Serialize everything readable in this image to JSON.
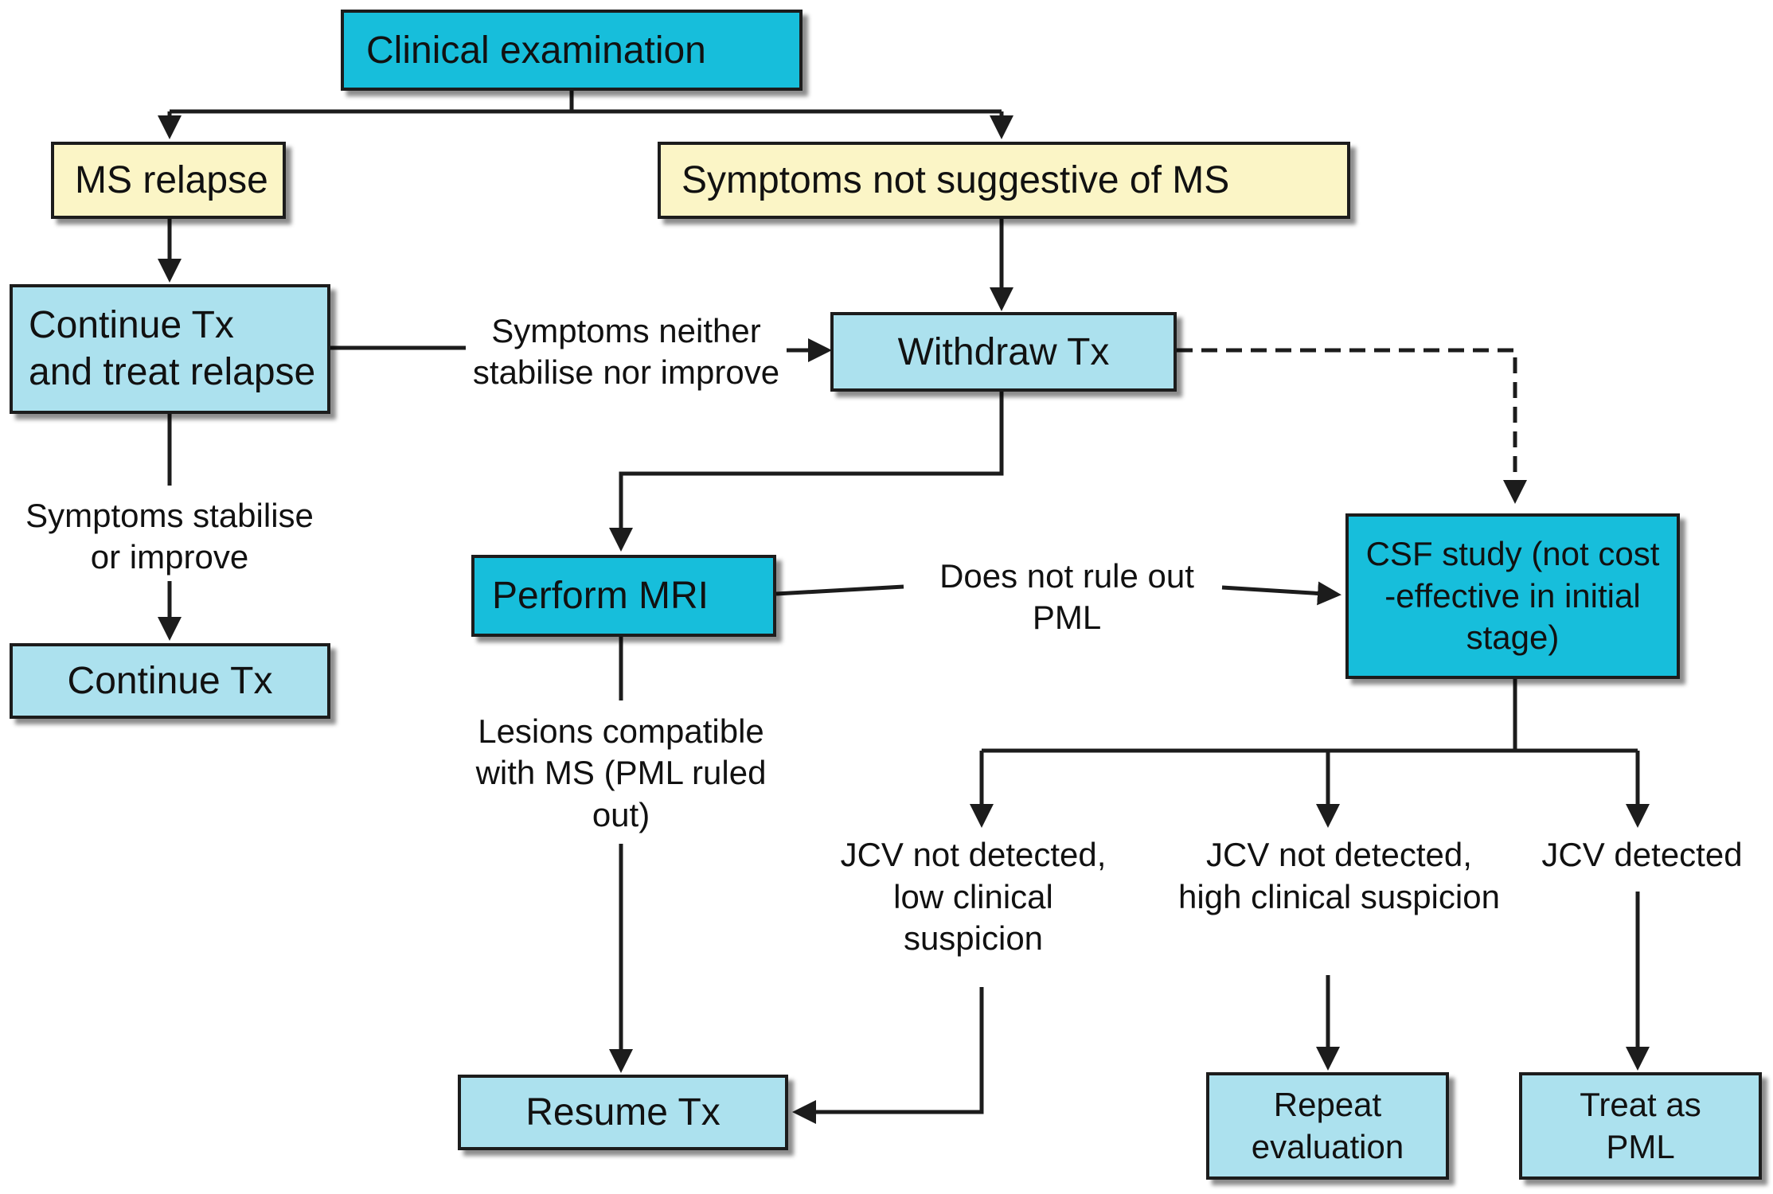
{
  "boxes": {
    "clinical_exam": "Clinical examination",
    "ms_relapse": "MS relapse",
    "not_suggestive": "Symptoms not suggestive of MS",
    "continue_treat": "Continue Tx\nand treat relapse",
    "withdraw": "Withdraw Tx",
    "continue": "Continue Tx",
    "perform_mri": "Perform MRI",
    "csf_study": "CSF study (not cost\n-effective in initial\nstage)",
    "resume": "Resume Tx",
    "repeat_eval": "Repeat\nevaluation",
    "treat_pml": "Treat as\nPML"
  },
  "labels": {
    "neither": "Symptoms neither\nstabilise nor improve",
    "stabilise": "Symptoms stabilise\nor improve",
    "not_rule_out": "Does not rule out\nPML",
    "lesions": "Lesions compatible\nwith MS (PML ruled\nout)",
    "jcv_low": "JCV not detected,\nlow clinical suspicion",
    "jcv_high": "JCV not detected,\nhigh clinical suspicion",
    "jcv_detected": "JCV detected"
  },
  "colors": {
    "dark_box": "#17bedb",
    "light_box": "#ace1ee",
    "yellow_box": "#fbf5c6",
    "line": "#1c1c1c"
  }
}
